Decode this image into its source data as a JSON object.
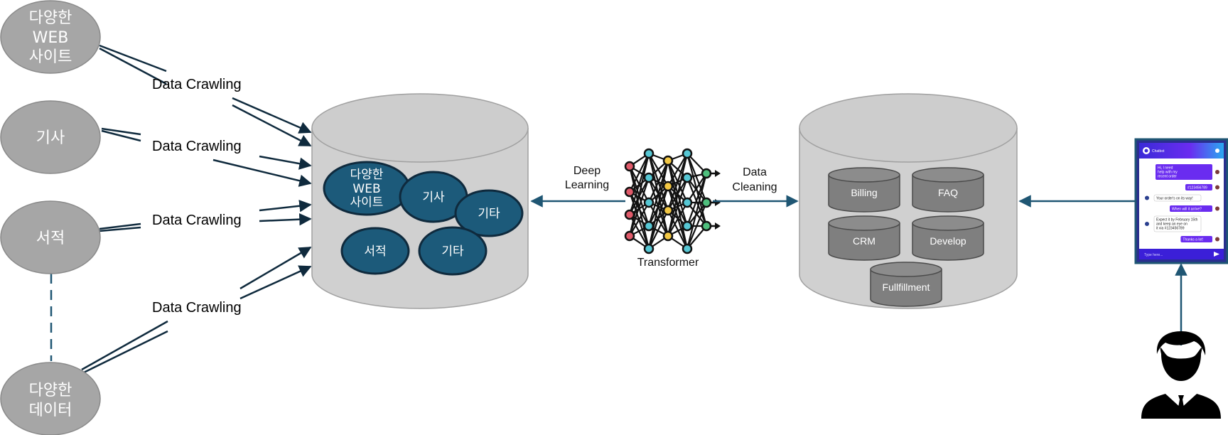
{
  "sources": [
    {
      "lines": [
        "다양한",
        "WEB",
        "사이트"
      ]
    },
    {
      "lines": [
        "기사"
      ]
    },
    {
      "lines": [
        "서적"
      ]
    },
    {
      "lines": [
        "다양한",
        "데이터"
      ]
    }
  ],
  "crawl_labels": [
    "Data Crawling",
    "Data Crawling",
    "Data Crawling",
    "Data Crawling"
  ],
  "raw_db": {
    "items": [
      {
        "lines": [
          "다양한",
          "WEB",
          "사이트"
        ]
      },
      {
        "lines": [
          "기사"
        ]
      },
      {
        "lines": [
          "기타"
        ]
      },
      {
        "lines": [
          "서적"
        ]
      },
      {
        "lines": [
          "기타"
        ]
      }
    ]
  },
  "deep_learning": {
    "line1": "Deep",
    "line2": "Learning"
  },
  "transformer_label": "Transformer",
  "data_cleaning": {
    "line1": "Data",
    "line2": "Cleaning"
  },
  "clean_db": {
    "items": [
      "Billing",
      "FAQ",
      "CRM",
      "Develop",
      "Fullfillment"
    ]
  },
  "chatbot": {
    "title": "Chatbot",
    "messages": [
      {
        "from": "user",
        "text": "Hi, I need help with my recent order"
      },
      {
        "from": "user",
        "text": "#123456789"
      },
      {
        "from": "bot",
        "text": "Your order's on its way!"
      },
      {
        "from": "user",
        "text": "When will it arrive?"
      },
      {
        "from": "bot",
        "text": "Expect it by February 15th and keep an eye on it via #123456789"
      },
      {
        "from": "user",
        "text": "Thanks a lot!"
      }
    ],
    "input_placeholder": "Type here..."
  },
  "colors": {
    "source_fill": "#a6a6a6",
    "db_fill": "#d0d0d0",
    "blue": "#1c5a7a",
    "arrow": "#1f5673",
    "small_db": "#808080"
  },
  "icons": {
    "transformer": "neural-network-icon",
    "user": "user-person-icon",
    "chat": "chatbot-icon"
  }
}
